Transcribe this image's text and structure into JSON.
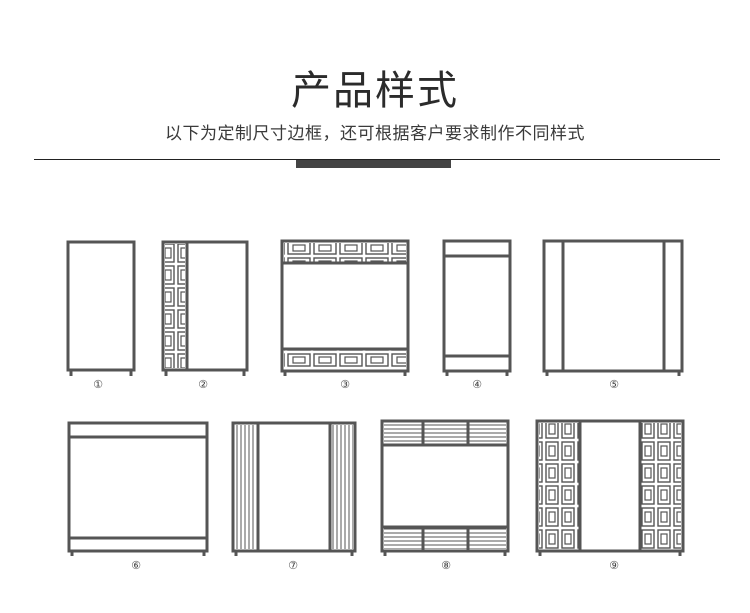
{
  "header": {
    "title": "产品样式",
    "subtitle": "以下为定制尺寸边框，还可根据客户要求制作不同样式"
  },
  "styles": [
    {
      "label": "①"
    },
    {
      "label": "②"
    },
    {
      "label": "③"
    },
    {
      "label": "④"
    },
    {
      "label": "⑤"
    },
    {
      "label": "⑥"
    },
    {
      "label": "⑦"
    },
    {
      "label": "⑧"
    },
    {
      "label": "⑨"
    }
  ],
  "colors": {
    "frame": "#555555",
    "divider": "#222222",
    "accent_bar": "#444444"
  }
}
